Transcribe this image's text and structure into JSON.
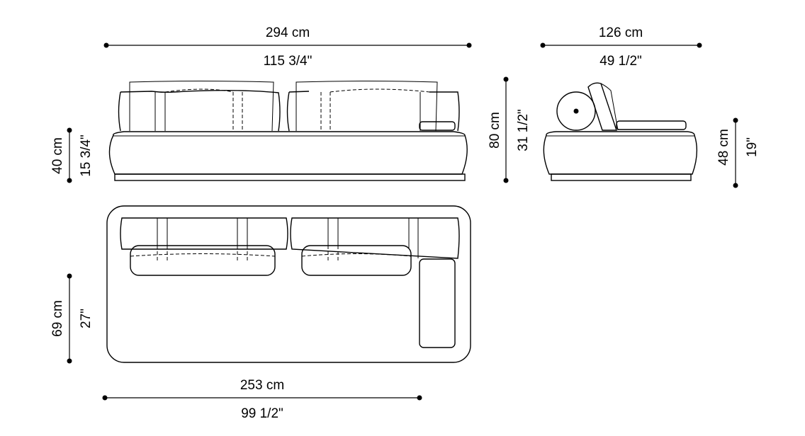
{
  "colors": {
    "line": "#000000",
    "background": "#ffffff"
  },
  "dimensions": {
    "front_width_cm": "294 cm",
    "front_width_in": "115 3/4\"",
    "side_depth_cm": "126 cm",
    "side_depth_in": "49 1/2\"",
    "seat_height_cm": "40 cm",
    "seat_height_in": "15 3/4\"",
    "total_height_cm": "80 cm",
    "total_height_in": "31 1/2\"",
    "side_height_cm": "48 cm",
    "side_height_in": "19\"",
    "plan_depth_cm": "69 cm",
    "plan_depth_in": "27\"",
    "plan_width_cm": "253 cm",
    "plan_width_in": "99 1/2\""
  }
}
